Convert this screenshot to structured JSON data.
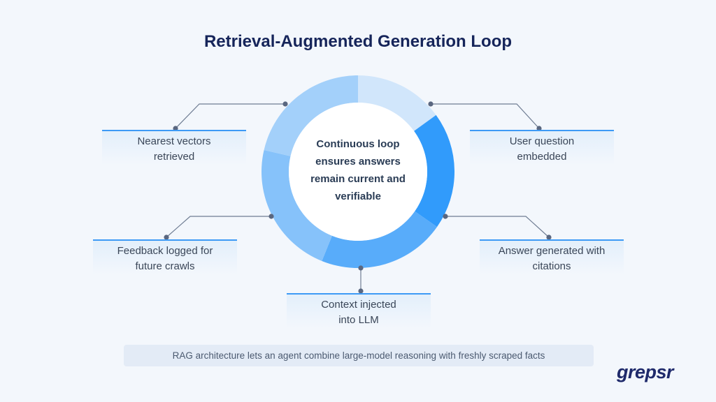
{
  "title": "Retrieval-Augmented Generation Loop",
  "center": {
    "lines": [
      "Continuous loop",
      "ensures answers",
      "remain current and",
      "verifiable"
    ]
  },
  "steps": [
    {
      "id": "user-question",
      "label": [
        "User question",
        "embedded"
      ],
      "color": "#d1e6fb"
    },
    {
      "id": "nearest-vectors",
      "label": [
        "Nearest vectors",
        "retrieved"
      ],
      "color": "#319bfb"
    },
    {
      "id": "answer-generated",
      "label": [
        "Answer generated with",
        "citations"
      ],
      "color": "#58acfa"
    },
    {
      "id": "context-injected",
      "label": [
        "Context injected",
        "into LLM"
      ],
      "color": "#86c2fa"
    },
    {
      "id": "feedback-logged",
      "label": [
        "Feedback logged for",
        "future crawls"
      ],
      "color": "#a3d0fa"
    }
  ],
  "footer": "RAG architecture lets an agent combine large-model reasoning with freshly scraped facts",
  "brand": "grepsr",
  "colors": {
    "title": "#16255a",
    "connector": "#6f7d93",
    "label_border": "#3d9af5",
    "background": "#f3f7fc"
  }
}
